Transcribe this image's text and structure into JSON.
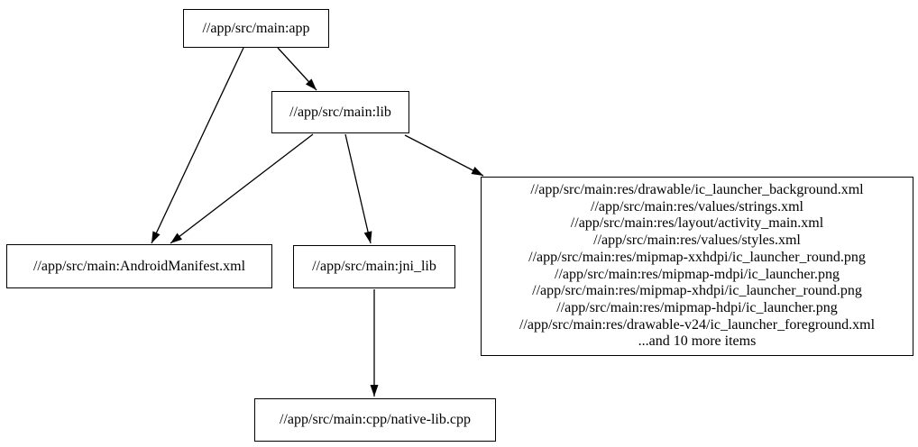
{
  "diagram": {
    "type": "dependency-graph",
    "background_color": "#ffffff",
    "node_border_color": "#000000",
    "edge_color": "#000000",
    "text_color": "#000000",
    "nodes": {
      "app": {
        "label": "//app/src/main:app"
      },
      "lib": {
        "label": "//app/src/main:lib"
      },
      "manifest": {
        "label": "//app/src/main:AndroidManifest.xml"
      },
      "jni_lib": {
        "label": "//app/src/main:jni_lib"
      },
      "res_group": {
        "lines": [
          "//app/src/main:res/drawable/ic_launcher_background.xml",
          "//app/src/main:res/values/strings.xml",
          "//app/src/main:res/layout/activity_main.xml",
          "//app/src/main:res/values/styles.xml",
          "//app/src/main:res/mipmap-xxhdpi/ic_launcher_round.png",
          "//app/src/main:res/mipmap-mdpi/ic_launcher.png",
          "//app/src/main:res/mipmap-xhdpi/ic_launcher_round.png",
          "//app/src/main:res/mipmap-hdpi/ic_launcher.png",
          "//app/src/main:res/drawable-v24/ic_launcher_foreground.xml",
          "...and 10 more items"
        ]
      },
      "native_cpp": {
        "label": "//app/src/main:cpp/native-lib.cpp"
      }
    },
    "edges": [
      {
        "from": "app",
        "to": "lib"
      },
      {
        "from": "app",
        "to": "manifest"
      },
      {
        "from": "lib",
        "to": "manifest"
      },
      {
        "from": "lib",
        "to": "jni_lib"
      },
      {
        "from": "lib",
        "to": "res_group"
      },
      {
        "from": "jni_lib",
        "to": "native_cpp"
      }
    ]
  }
}
